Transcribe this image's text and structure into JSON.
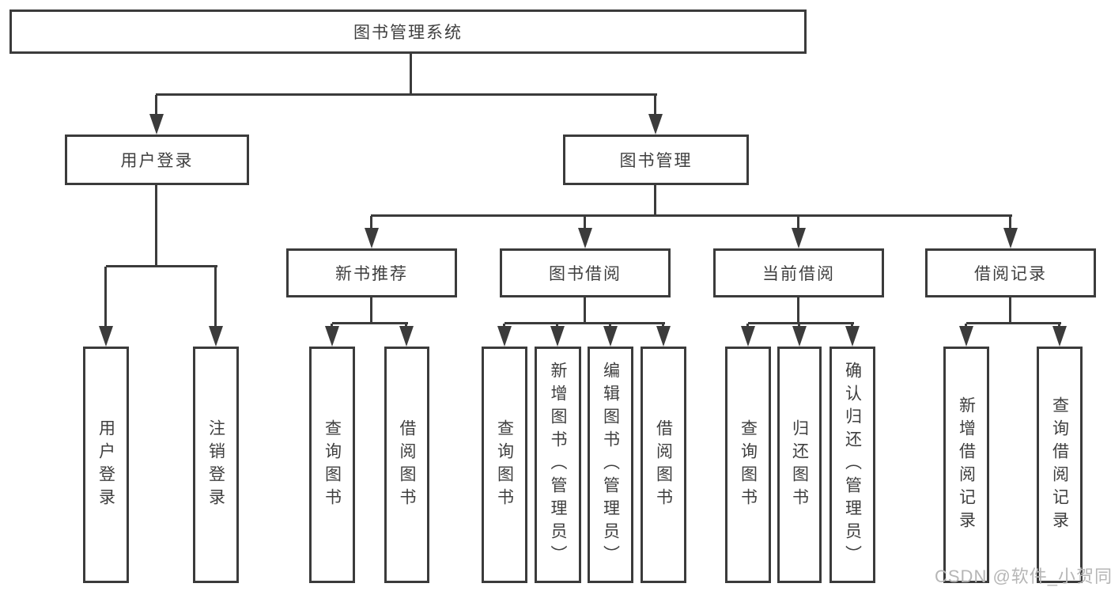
{
  "diagram": {
    "root": "图书管理系统",
    "level2": [
      "用户登录",
      "图书管理"
    ],
    "level3": [
      "新书推荐",
      "图书借阅",
      "当前借阅",
      "借阅记录"
    ],
    "leaves": [
      [
        "用户登录",
        "注销登录"
      ],
      [
        "查询图书",
        "借阅图书"
      ],
      [
        "查询图书",
        "新增图书（管理员）",
        "编辑图书（管理员）",
        "借阅图书"
      ],
      [
        "查询图书",
        "归还图书",
        "确认归还（管理员）"
      ],
      [
        "新增借阅记录",
        "查询借阅记录"
      ]
    ]
  },
  "watermark": "CSDN @软件_小贺同学",
  "colors": {
    "line": "#3b3b3b",
    "text": "#3f3f3f",
    "watermark": "#b6b6b6",
    "background": "#ffffff"
  }
}
